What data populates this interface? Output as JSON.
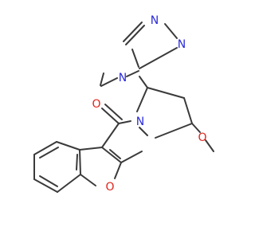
{
  "molecule": {
    "atoms": {
      "n_triazole_top": "N",
      "n_triazole_right": "N",
      "n_triazole_methyl": "N",
      "o_carbonyl": "O",
      "n_pyrrolidine": "N",
      "o_methoxy": "O",
      "o_furan": "O"
    }
  },
  "colors": {
    "bond": "#3a3a3a",
    "nitrogen": "#2b2bdc",
    "oxygen": "#e0241b"
  }
}
